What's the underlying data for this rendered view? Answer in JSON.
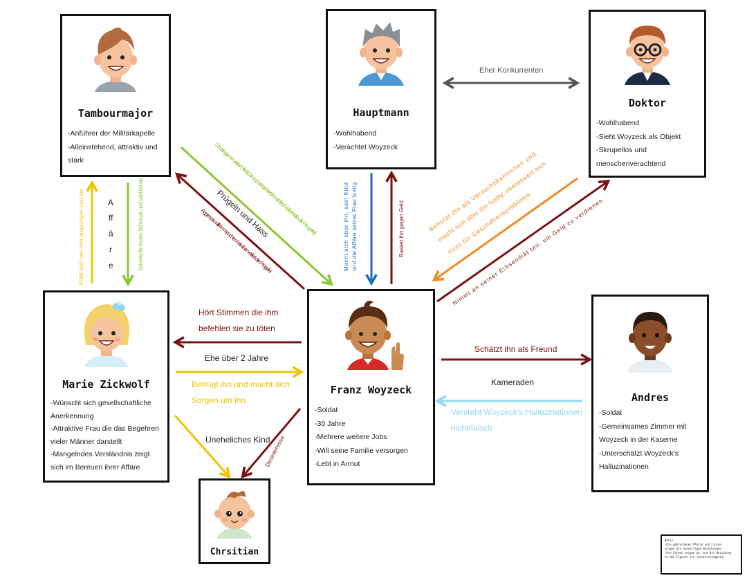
{
  "colors": {
    "dark_red": "#7a1212",
    "green": "#8ac732",
    "yellow": "#f2c200",
    "blue": "#1a6fc4",
    "orange": "#ee8a22",
    "grey": "#555555",
    "light_blue": "#8fd8f2"
  },
  "characters": {
    "tambourmajor": {
      "name": "Tambourmajor",
      "facts": [
        "-Anführer der Militärkapelle",
        "-Alleinstehend, attraktiv und stark"
      ],
      "icon": "drum-major-avatar-icon"
    },
    "hauptmann": {
      "name": "Hauptmann",
      "facts": [
        "-Wohlhabend",
        "-Verachtet Woyzeck"
      ],
      "icon": "captain-avatar-icon"
    },
    "doktor": {
      "name": "Doktor",
      "facts": [
        "-Wohlhabend",
        "-Sieht Woyzeck als Objekt",
        "-Skrupellos und menschenverachtend"
      ],
      "icon": "doctor-avatar-icon"
    },
    "marie": {
      "name": "Marie Zickwolf",
      "facts": [
        "-Wünscht sich gesellschaftliche Anerkennung",
        "-Attraktive Frau die das Begehren vieler Männer darstellt",
        "-Mangelndes Verständnis zeigt sich im Bereuen ihrer Affäre"
      ],
      "icon": "marie-avatar-icon"
    },
    "woyzeck": {
      "name": "Franz Woyzeck",
      "facts": [
        "-Soldat",
        "-30 Jahre",
        "-Mehrere weitere Jobs",
        "-Will seine Familie versorgen",
        "-Lebt in Armut"
      ],
      "icon": "woyzeck-avatar-icon"
    },
    "andres": {
      "name": "Andres",
      "facts": [
        "-Soldat",
        "-Gemeinsames Zimmer mit Woyzeck in der Kaserne",
        "-Unterschätzt Woyzeck's Halluzinationen"
      ],
      "icon": "andres-avatar-icon"
    },
    "christian": {
      "name": "Chrsitian",
      "icon": "baby-avatar-icon"
    }
  },
  "relations": {
    "eher_konkurrenten": "Eher Konkurrenten",
    "ueberlegen": "Überlegen in vieler Hinsicht und verachtet ihn einfach (deshalb die Prügelei)",
    "pruegeln_hass": "Prügeln und Hass",
    "woyzeck_tambour": "Aggressiv, will ihn meuchen hat aber verliert die Prügelei",
    "affaere": "Affäre",
    "marie_tambour": "Fühlt sich von ihm angezogen und der",
    "tambour_marie": "Schenkt ihr teuren Schmuck und verführt sie",
    "woyzeck_hauptmann_1": "Macht sich über ihn, sein Kind",
    "woyzeck_hauptmann_2": "und die Affäre seiner Frau lustig",
    "rasiert": "Rasiert ihn gegen Geld",
    "doktor_woyzeck_1": "Benutzt ihn als Versuchskaninchen und",
    "doktor_woyzeck_2": "macht sich über ihn lustig; interessiert sich",
    "doktor_woyzeck_3": "nicht für Gesundheitsprobleme",
    "erbsendiaet": "Nimmt an seiner Erbsendiät teil, um Geld zu verdienen",
    "stimmen_1": "Hört Stimmen die ihm",
    "stimmen_2": "befehlen sie zu töten",
    "ehe": "Ehe über 2 Jahre",
    "betruegt_1": "Betrügt ihn und macht sich",
    "betruegt_2": "Sorgen um ihn",
    "uneheliches_kind": "Uneheliches Kind",
    "desinteresse": "Desinteresse",
    "freund": "Schätzt ihn als Freund",
    "kameraden": "Kameraden",
    "versteht_1": "Versteht Woyzeck's Halluzinationen",
    "versteht_2": "nicht/falsch"
  },
  "note": {
    "lines": [
      "Notiz",
      "-Die gebrochenen Pfeile und Linien",
      "zeigen die einseitigen Beziehungen",
      "-Die Farben zeigen an, wie die Beziehung",
      "zu den Figuren ist (positiv/negativ)"
    ]
  }
}
